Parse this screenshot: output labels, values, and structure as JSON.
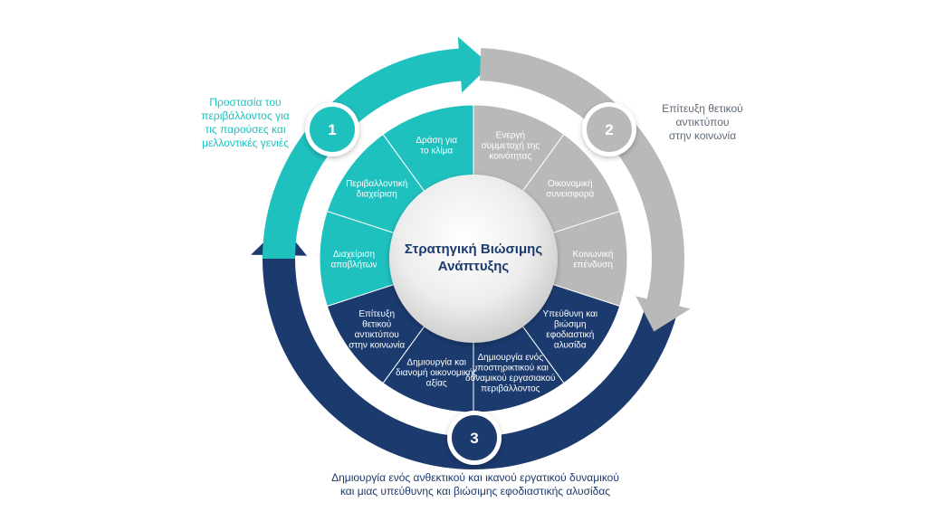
{
  "center": {
    "lines": [
      "Στρατηγική Βιώσιμης",
      "Ανάπτυξης"
    ]
  },
  "pillars": [
    {
      "number": "1",
      "callout": "Προστασία του\nπεριβάλλοντος για\nτις παρούσες και\nμελλοντικές γενιές",
      "color": "#1fc1be",
      "segments": [
        {
          "lines": [
            "Δράση για",
            "το κλίμα"
          ]
        },
        {
          "lines": [
            "Περιβαλλοντική",
            "διαχείριση"
          ]
        },
        {
          "lines": [
            "Διαχείριση",
            "αποβλήτων"
          ]
        }
      ]
    },
    {
      "number": "2",
      "callout": "Επίτευξη θετικού\nαντικτύπου\nστην κοινωνία",
      "color": "#b9b9b9",
      "segments": [
        {
          "lines": [
            "Ενεργή",
            "συμμετοχή της",
            "κοινότητας"
          ]
        },
        {
          "lines": [
            "Οικονομική",
            "συνεισφορά"
          ]
        },
        {
          "lines": [
            "Κοινωνική",
            "επένδυση"
          ]
        }
      ]
    },
    {
      "number": "3",
      "callout": "Δημιουργία ενός ανθεκτικού και ικανού εργατικού δυναμικού\nκαι μιας υπεύθυνης και βιώσιμης εφοδιαστικής αλυσίδας",
      "color": "#1b3a6e",
      "segments": [
        {
          "lines": [
            "Υπεύθυνη και",
            "βιώσιμη",
            "εφοδιαστική",
            "αλυσίδα"
          ]
        },
        {
          "lines": [
            "Δημιουργία ενός",
            "υποστηρικτικού και",
            "δυναμικού εργασιακού",
            "περιβάλλοντος"
          ]
        },
        {
          "lines": [
            "Δημιουργία και",
            "διανομή οικονομικής",
            "αξίας"
          ]
        },
        {
          "lines": [
            "Επίτευξη",
            "θετικού",
            "αντικτύπου",
            "στην κοινωνία"
          ]
        }
      ]
    }
  ]
}
